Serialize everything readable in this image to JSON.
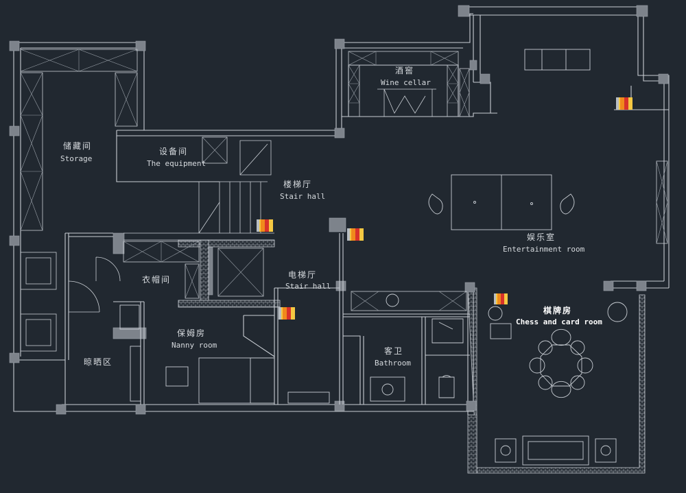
{
  "plan": {
    "colors": {
      "background": "#212830",
      "line": "#c9ced4",
      "column": "#7d838b",
      "tag_red": "#d8322a",
      "tag_orange": "#f08a1c",
      "tag_yellow": "#f5c842"
    },
    "rooms": {
      "storage": {
        "cn": "储藏间",
        "en": "Storage"
      },
      "equipment": {
        "cn": "设备间",
        "en": "The equipment"
      },
      "wine_cellar": {
        "cn": "酒窖",
        "en": "Wine cellar"
      },
      "stair_hall": {
        "cn": "楼梯厅",
        "en": "Stair hall"
      },
      "elevator_hall": {
        "cn": "电梯厅",
        "en": "Stair hall"
      },
      "entertainment": {
        "cn": "娱乐室",
        "en": "Entertainment room"
      },
      "cloakroom": {
        "cn": "衣帽间"
      },
      "nanny": {
        "cn": "保姆房",
        "en": "Nanny room"
      },
      "bathroom": {
        "cn": "客卫",
        "en": "Bathroom"
      },
      "chess": {
        "cn": "棋牌房",
        "en": "Chess and card room"
      },
      "drying": {
        "cn": "晾晒区"
      }
    }
  }
}
